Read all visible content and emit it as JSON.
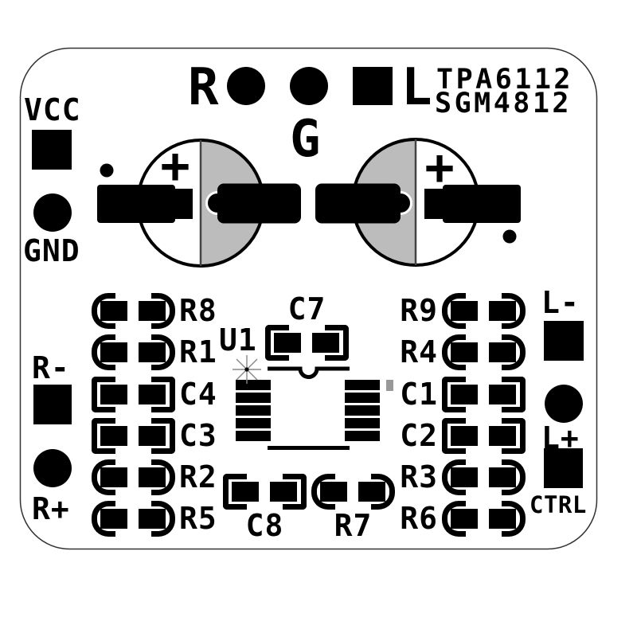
{
  "board": {
    "silkscreen_titles": {
      "line1": "TPA6112",
      "line2": "SGM4812"
    },
    "top_header": {
      "right_channel": "R",
      "ground": "G",
      "left_channel": "L"
    },
    "power_labels": {
      "vcc": "VCC",
      "gnd": "GND"
    },
    "left_edge_labels": {
      "r_minus": "R-",
      "r_plus": "R+"
    },
    "right_edge_labels": {
      "l_minus": "L-",
      "l_plus": "L+",
      "ctrl": "CTRL"
    },
    "ic_label": "U1",
    "capacitor_polarity": "+",
    "top_center_part": "C7",
    "bottom_center_parts": {
      "c8": "C8",
      "r7": "R7"
    },
    "left_column_parts": [
      "R8",
      "R1",
      "C4",
      "C3",
      "R2",
      "R5"
    ],
    "right_column_parts": [
      "R9",
      "R4",
      "C1",
      "C2",
      "R3",
      "R6"
    ],
    "colors": {
      "silk": "#000000",
      "cap_body_fill": "#bcbcbc",
      "pin1_marker_fill": "#999999",
      "board_bg": "#ffffff"
    }
  }
}
